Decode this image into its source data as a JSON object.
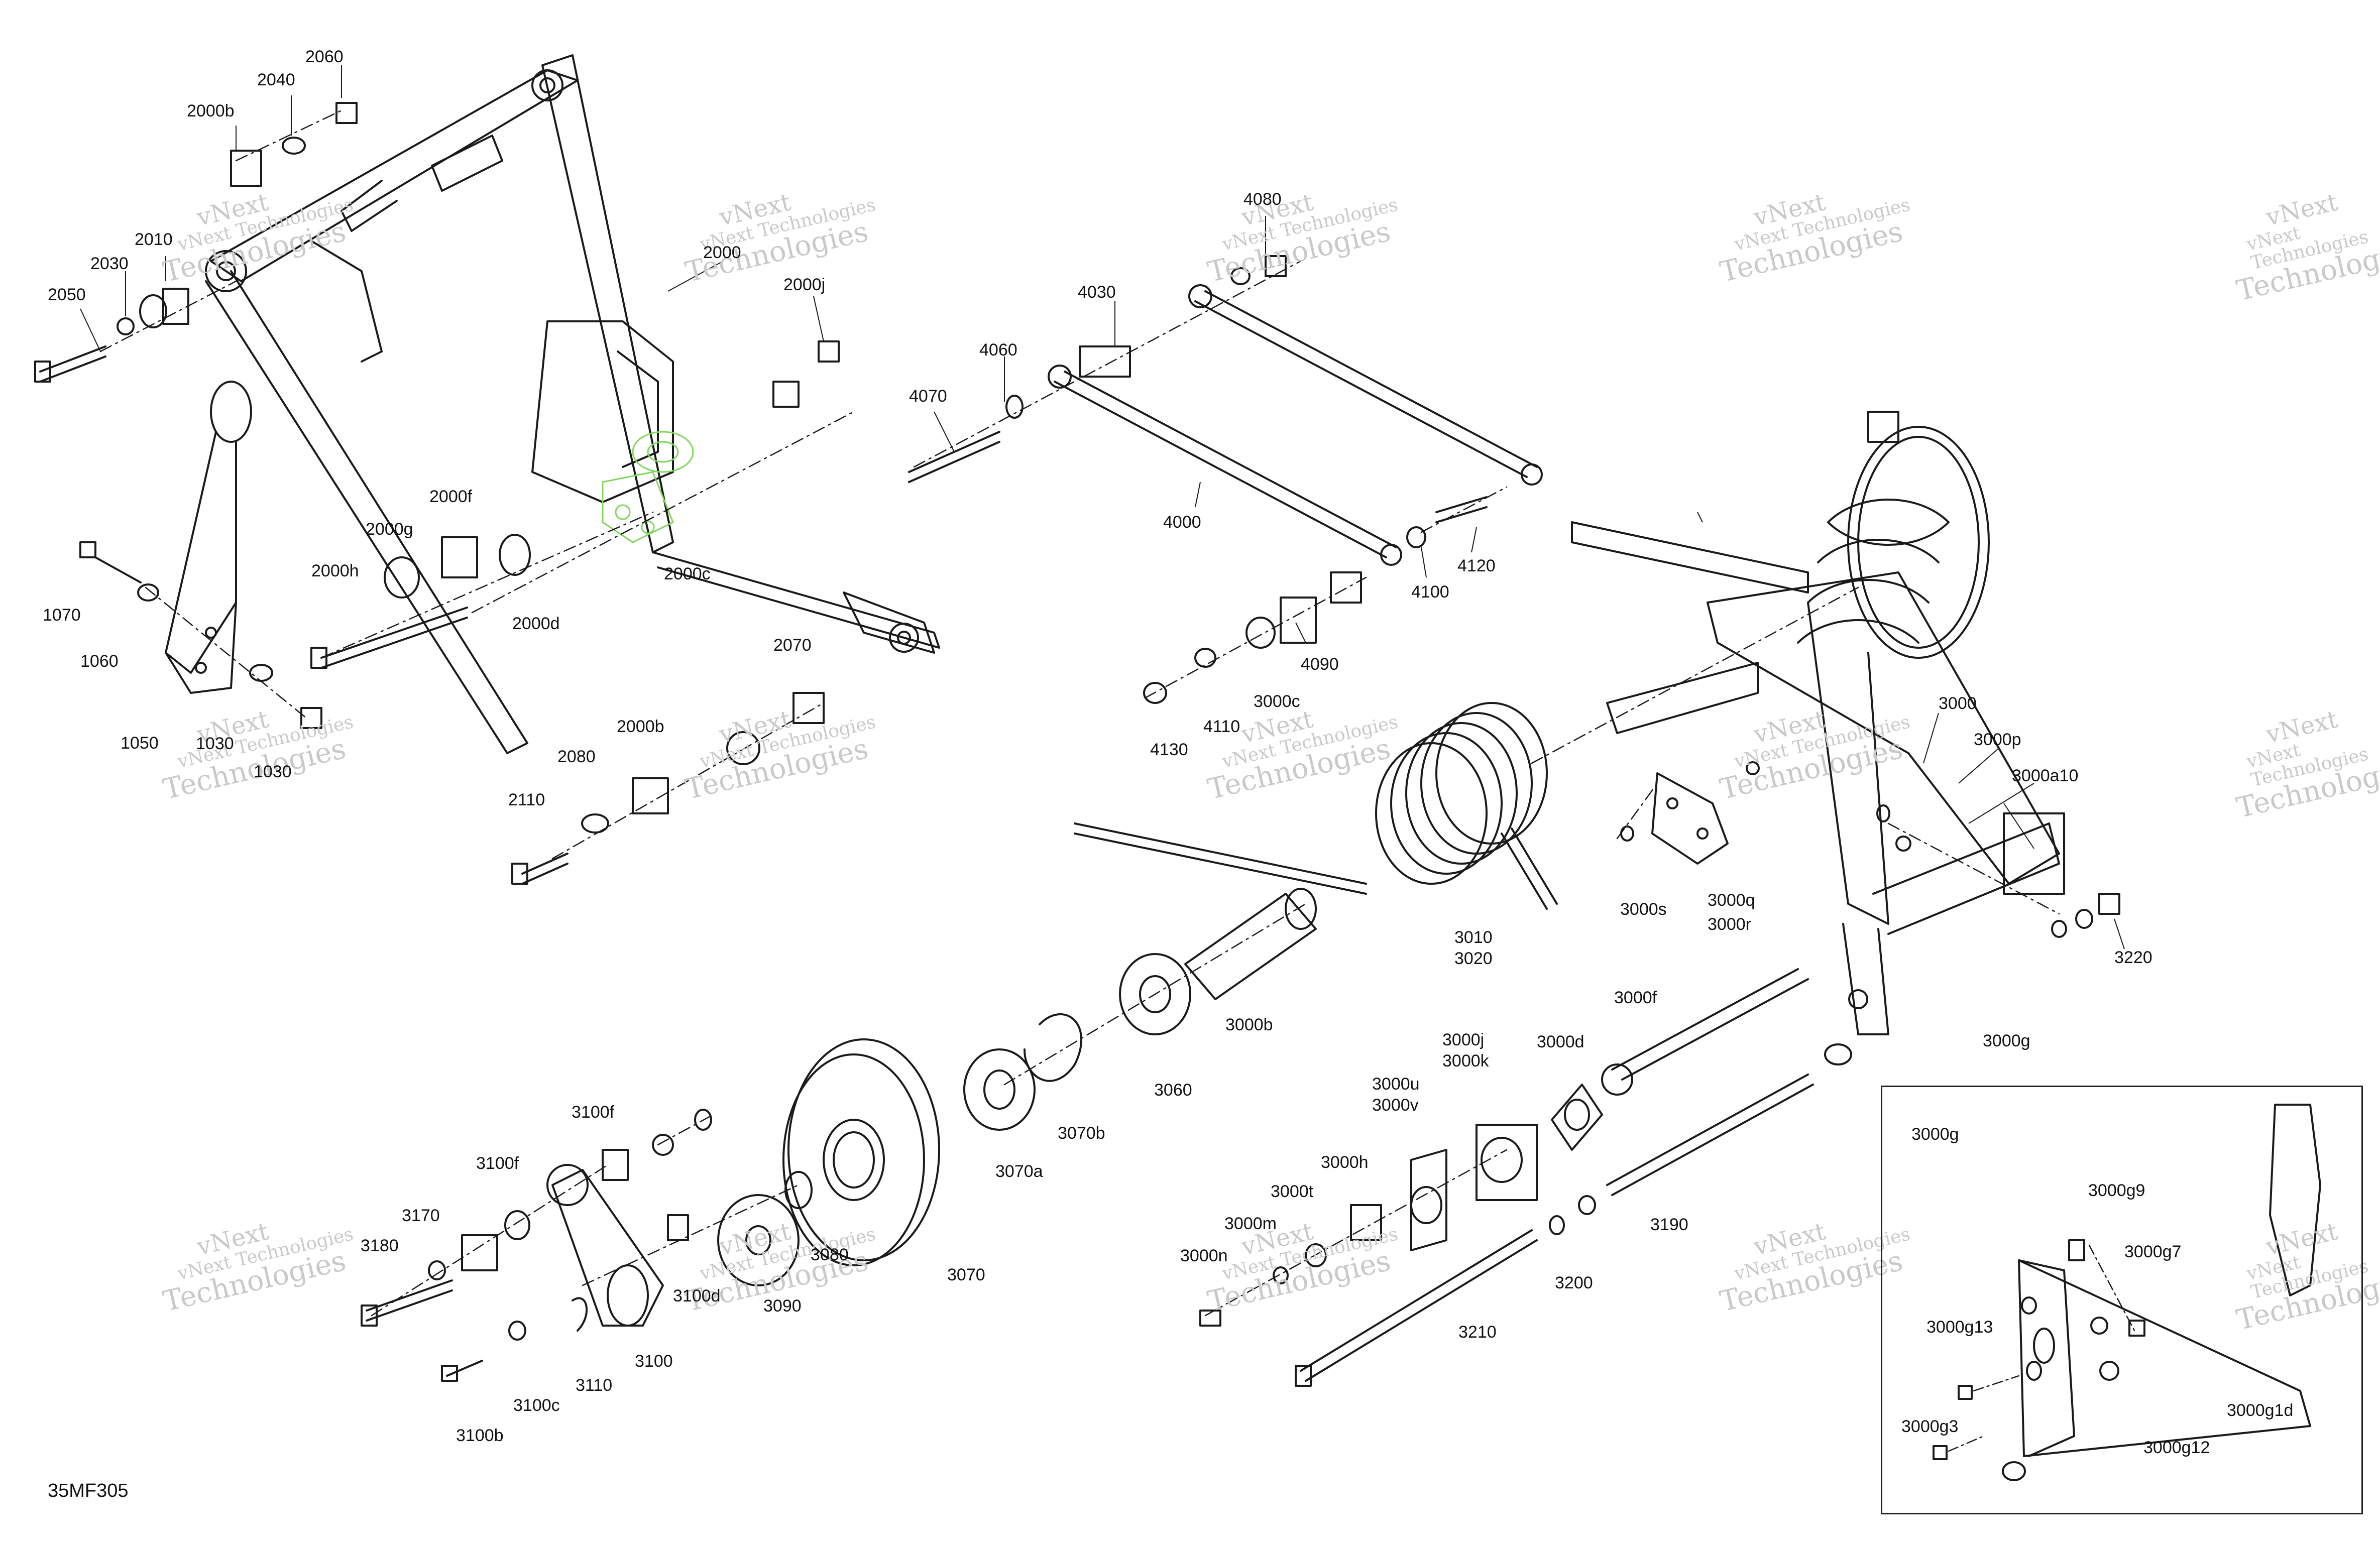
{
  "diagram_code": "35MF305",
  "watermark": {
    "line1": "vNext",
    "line2": "vNext Technologies",
    "line3": "Technologies"
  },
  "inset_title": "3000g",
  "part_labels": {
    "p2060": "2060",
    "p2040": "2040",
    "p2000b_top": "2000b",
    "p2010": "2010",
    "p2030": "2030",
    "p2050": "2050",
    "p2000": "2000",
    "p2000j": "2000j",
    "p2000f": "2000f",
    "p2000g": "2000g",
    "p2000h": "2000h",
    "p2000c": "2000c",
    "p2000d": "2000d",
    "p1070": "1070",
    "p1060": "1060",
    "p1050": "1050",
    "p1030": "1030",
    "p1030b": "1030",
    "p2070": "2070",
    "p2000b_bottom": "2000b",
    "p2080": "2080",
    "p2110": "2110",
    "p4080": "4080",
    "p4030": "4030",
    "p4060": "4060",
    "p4070": "4070",
    "p4000": "4000",
    "p4120": "4120",
    "p4100": "4100",
    "p4090": "4090",
    "p3000c": "3000c",
    "p4110": "4110",
    "p4130": "4130",
    "p3000": "3000",
    "p3000p": "3000p",
    "p3000a10": "3000a10",
    "p3000s": "3000s",
    "p3000q": "3000q",
    "p3000r": "3000r",
    "p3010": "3010",
    "p3020": "3020",
    "p3220": "3220",
    "p3000g_main": "3000g",
    "p3000b": "3000b",
    "p3060": "3060",
    "p3070b": "3070b",
    "p3070a": "3070a",
    "p3070": "3070",
    "p3000f": "3000f",
    "p3000d": "3000d",
    "p3000j": "3000j",
    "p3000k": "3000k",
    "p3000u": "3000u",
    "p3000v": "3000v",
    "p3000h": "3000h",
    "p3000t": "3000t",
    "p3000m": "3000m",
    "p3000n": "3000n",
    "p3190": "3190",
    "p3200": "3200",
    "p3210": "3210",
    "p3100f_top": "3100f",
    "p3100f": "3100f",
    "p3170": "3170",
    "p3180": "3180",
    "p3100d": "3100d",
    "p3080": "3080",
    "p3090": "3090",
    "p3100": "3100",
    "p3110": "3110",
    "p3100c": "3100c",
    "p3100b": "3100b",
    "p3000g9": "3000g9",
    "p3000g7": "3000g7",
    "p3000g13": "3000g13",
    "p3000g3": "3000g3",
    "p3000g12": "3000g12",
    "p3000g1d": "3000g1d"
  },
  "colors": {
    "line": "#1a1a1a",
    "highlight": "#7fd85a",
    "watermark": "#c9c9c9"
  }
}
